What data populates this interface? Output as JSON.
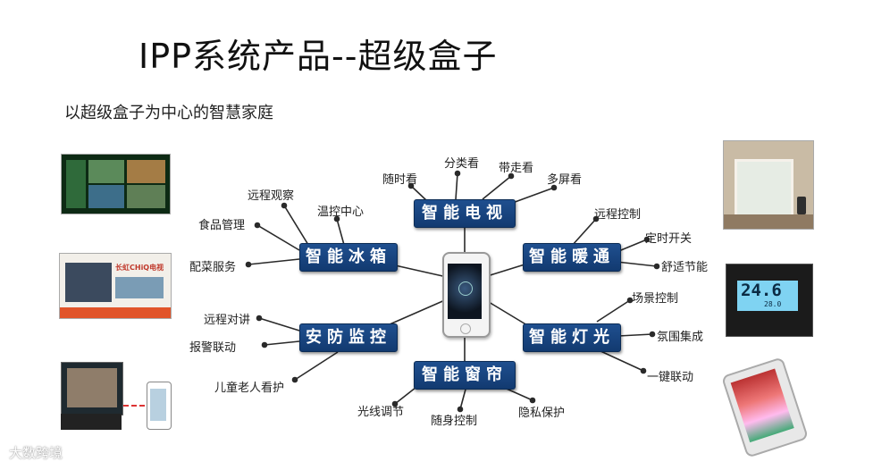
{
  "title": "IPP系统产品--超级盒子",
  "subtitle": "以超级盒子为中心的智慧家庭",
  "hubs": {
    "tv": {
      "label": "智能电视",
      "items": [
        "随时看",
        "分类看",
        "带走看",
        "多屏看"
      ]
    },
    "fridge": {
      "label": "智能冰箱",
      "items": [
        "远程观察",
        "温控中心",
        "食品管理",
        "配菜服务"
      ]
    },
    "hvac": {
      "label": "智能暖通",
      "items": [
        "远程控制",
        "定时开关",
        "舒适节能"
      ]
    },
    "security": {
      "label": "安防监控",
      "items": [
        "远程对讲",
        "报警联动",
        "儿童老人看护"
      ]
    },
    "light": {
      "label": "智能灯光",
      "items": [
        "场景控制",
        "氛围集成",
        "一键联动"
      ]
    },
    "curtain": {
      "label": "智能窗帘",
      "items": [
        "光线调节",
        "随身控制",
        "隐私保护"
      ]
    }
  },
  "thermostat": {
    "main": "24.6",
    "sub": "28.0"
  },
  "tv_brand": "长虹CHiQ电视",
  "watermark": "大数跨境"
}
